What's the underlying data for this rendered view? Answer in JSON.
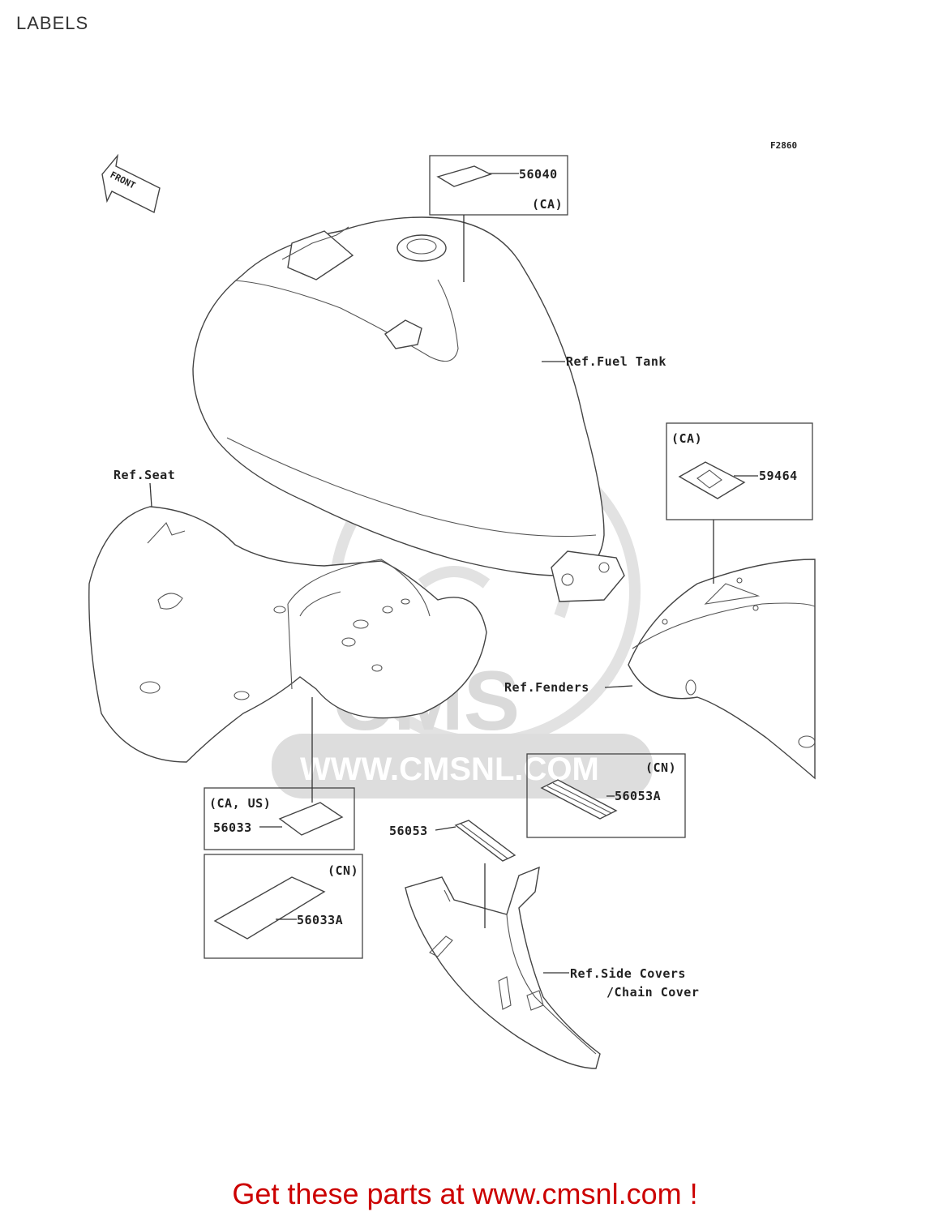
{
  "page": {
    "title": "LABELS"
  },
  "figure_code": "F2860",
  "front_arrow_label": "FRONT",
  "watermark": {
    "logo": "CMS",
    "url": "WWW.CMSNL.COM"
  },
  "parts": [
    {
      "number": "56040",
      "market": "(CA)"
    },
    {
      "number": "59464",
      "market": "(CA)"
    },
    {
      "number": "56053A",
      "market": "(CN)"
    },
    {
      "number": "56053",
      "market": ""
    },
    {
      "number": "56033",
      "market": "(CA, US)"
    },
    {
      "number": "56033A",
      "market": "(CN)"
    }
  ],
  "references": {
    "fuel_tank": "Ref.Fuel Tank",
    "seat": "Ref.Seat",
    "fenders": "Ref.Fenders",
    "side_covers_line1": "Ref.Side Covers",
    "side_covers_line2": "/Chain Cover"
  },
  "footer": {
    "cta": "Get these parts at www.cmsnl.com !"
  },
  "colors": {
    "cta": "#cc0000",
    "line": "#333333",
    "watermark": "#dddddd"
  }
}
